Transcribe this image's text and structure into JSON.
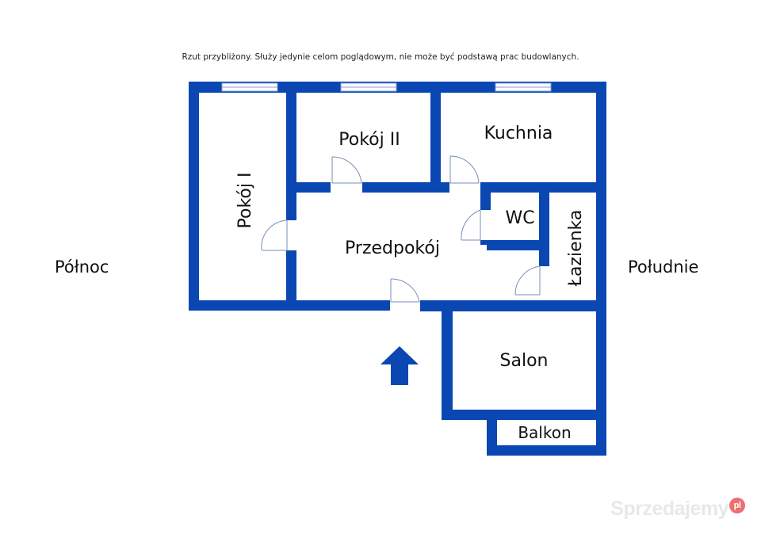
{
  "disclaimer": "Rzut przybliżony. Służy jedynie celom poglądowym, nie może być podstawą prac budowlanych.",
  "orientation": {
    "left": "Północ",
    "right": "Południe"
  },
  "rooms": {
    "pokoj1": "Pokój I",
    "pokoj2": "Pokój II",
    "kuchnia": "Kuchnia",
    "wc": "WC",
    "lazienka": "Łazienka",
    "przedpokoj": "Przedpokój",
    "salon": "Salon",
    "balkon": "Balkon"
  },
  "watermark": {
    "text": "Sprzedajemy",
    "suffix": "pl"
  },
  "colors": {
    "wall": "#0a47b3",
    "background": "#ffffff"
  }
}
